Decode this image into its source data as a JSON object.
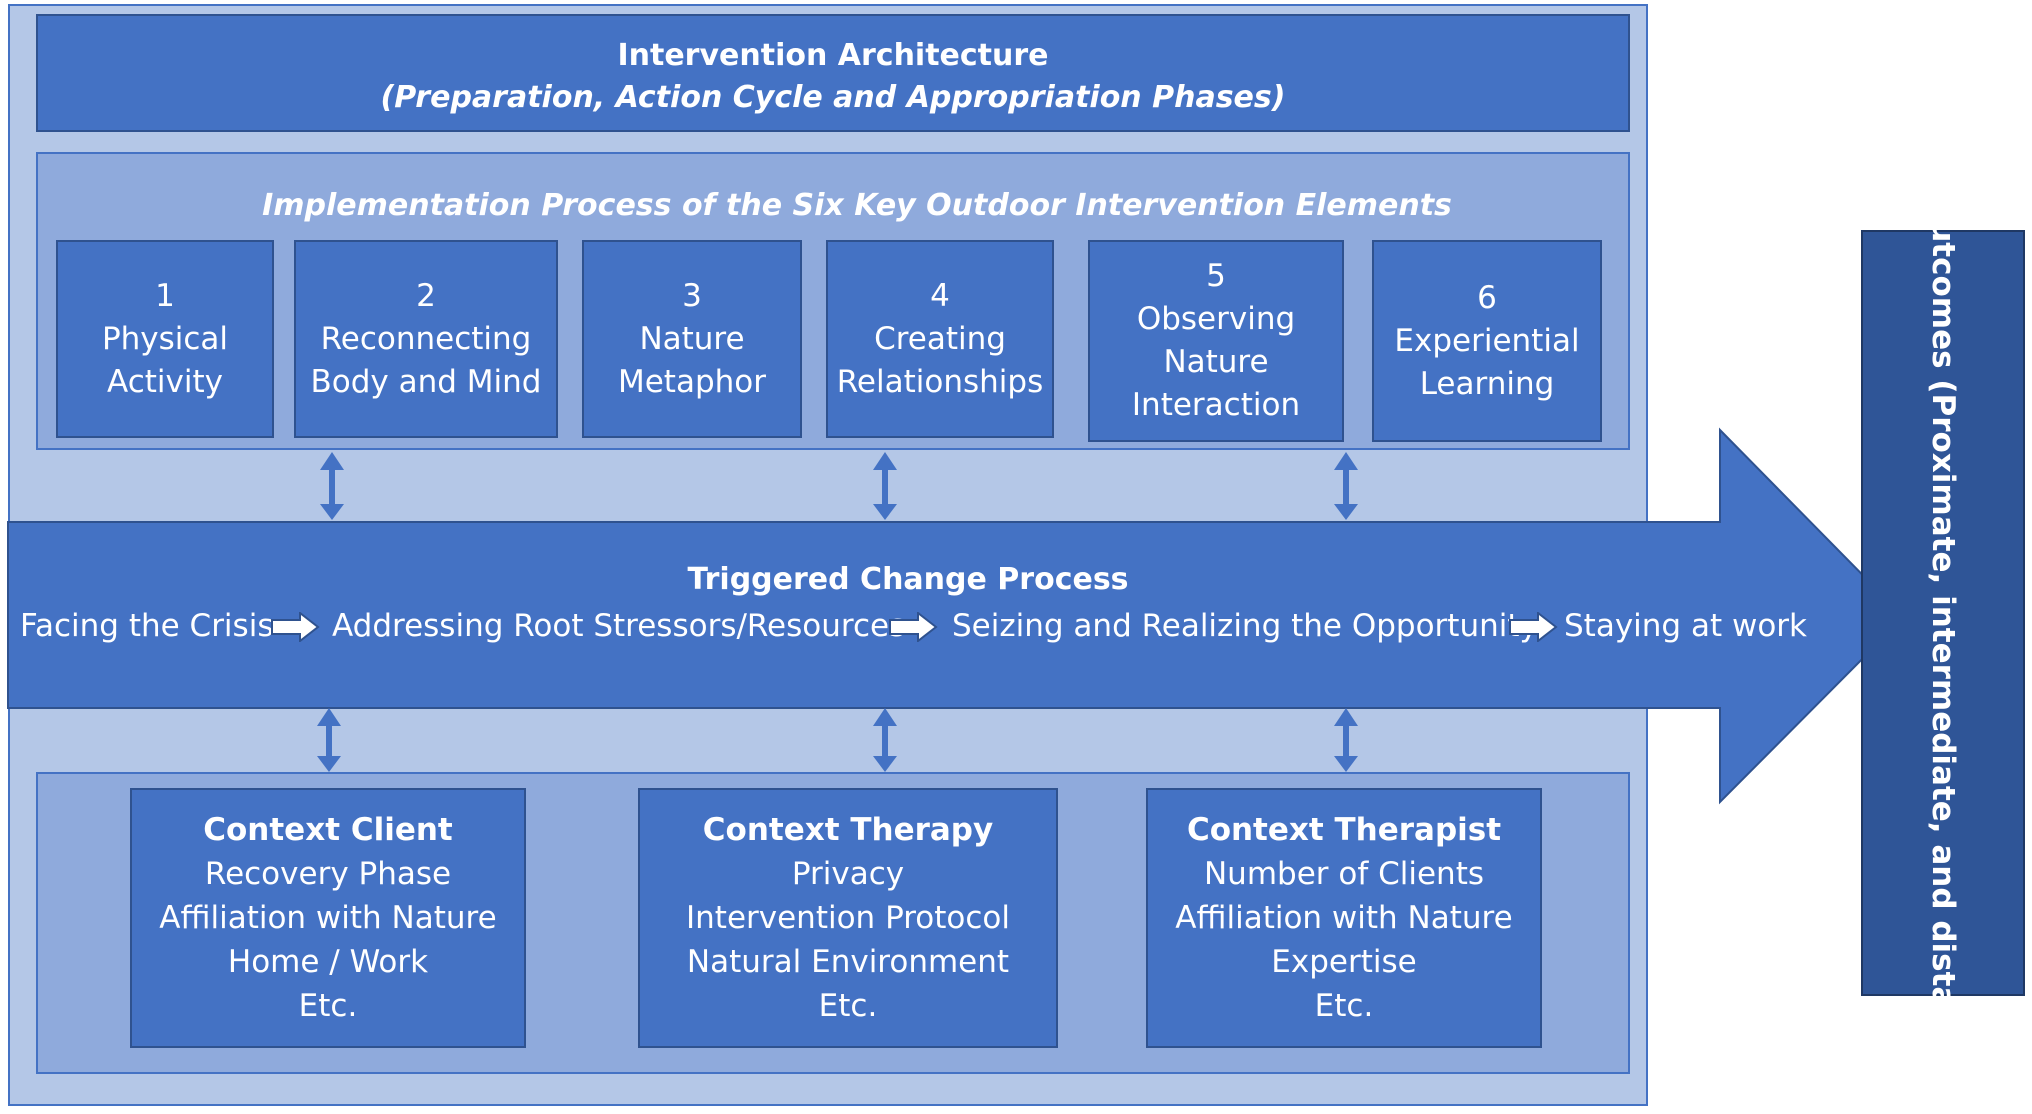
{
  "header": {
    "title": "Intervention Architecture",
    "subtitle": "(Preparation, Action Cycle and Appropriation Phases)"
  },
  "implementation": {
    "title": "Implementation Process of the Six Key Outdoor Intervention Elements",
    "elements": [
      {
        "number": "1",
        "lines": [
          "Physical",
          "Activity"
        ]
      },
      {
        "number": "2",
        "lines": [
          "Reconnecting",
          "Body and Mind"
        ]
      },
      {
        "number": "3",
        "lines": [
          "Nature",
          "Metaphor"
        ]
      },
      {
        "number": "4",
        "lines": [
          "Creating",
          "Relationships"
        ]
      },
      {
        "number": "5",
        "lines": [
          "Observing",
          "Nature",
          "Interaction"
        ]
      },
      {
        "number": "6",
        "lines": [
          "Experiential",
          "Learning"
        ]
      }
    ]
  },
  "change_process": {
    "title": "Triggered Change Process",
    "steps": [
      "Facing the Crisis",
      "Addressing Root Stressors/Resources",
      "Seizing and Realizing the Opportunity",
      "Staying at work"
    ]
  },
  "contexts": [
    {
      "title": "Context Client",
      "items": [
        "Recovery Phase",
        "Affiliation with Nature",
        "Home / Work",
        "Etc."
      ]
    },
    {
      "title": "Context Therapy",
      "items": [
        "Privacy",
        "Intervention Protocol",
        "Natural Environment",
        "Etc."
      ]
    },
    {
      "title": "Context Therapist",
      "items": [
        "Number of Clients",
        "Affiliation with Nature",
        "Expertise",
        "Etc."
      ]
    }
  ],
  "outcomes": {
    "label": "Outcomes (Proximate, intermediate, and distal)"
  },
  "colors": {
    "frame_fill": "#b4c7e7",
    "panel_fill": "#8faadc",
    "box_fill": "#4472c4",
    "box_border": "#2f528f",
    "outcomes_fill": "#2f5597",
    "step_arrow_fill": "#ffffff",
    "step_arrow_stroke": "#2f528f"
  }
}
